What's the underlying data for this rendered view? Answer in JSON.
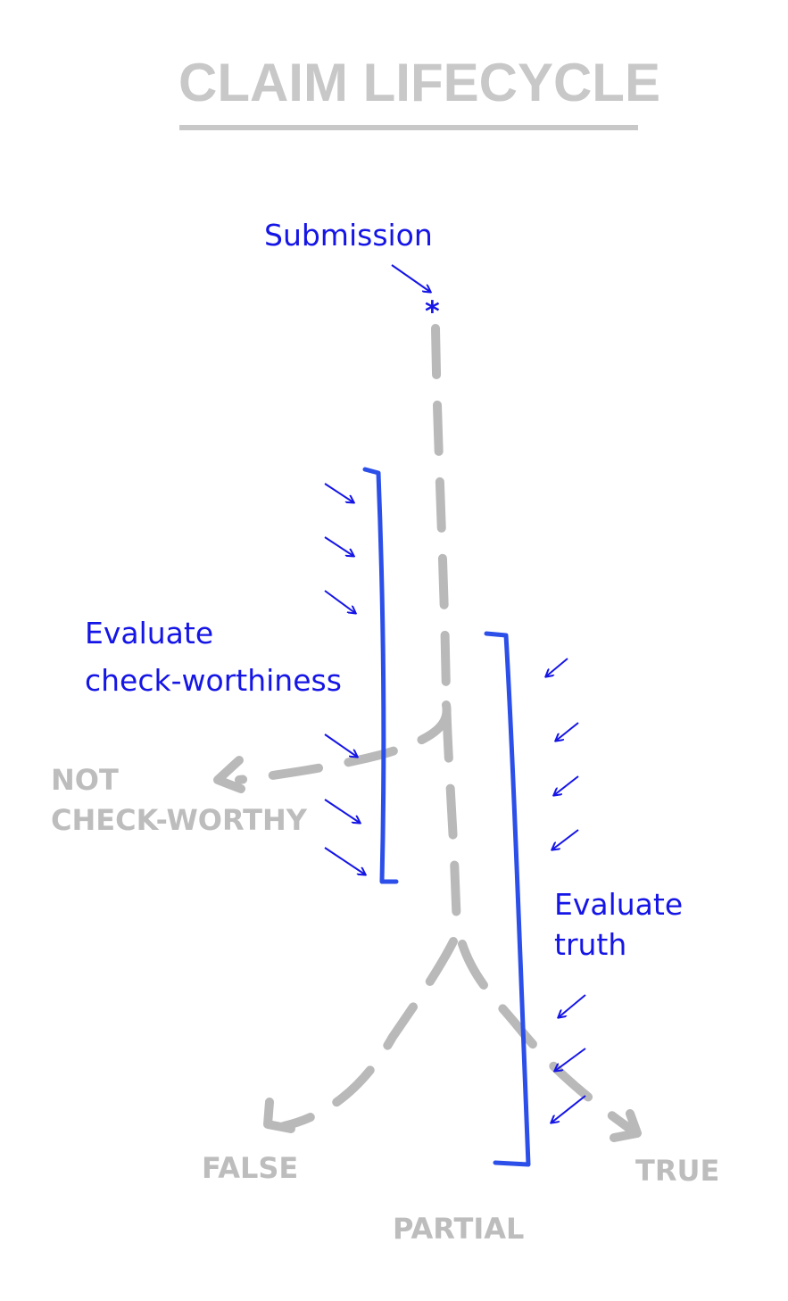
{
  "title": "CLAIM LIFECYCLE",
  "nodes": {
    "submission": "Submission",
    "start_marker": "*",
    "evaluate_check_worthiness": [
      "Evaluate",
      "check-worthiness"
    ],
    "evaluate_truth": [
      "Evaluate",
      "truth"
    ],
    "not_check_worthy": [
      "NOT",
      "CHECK-WORTHY"
    ],
    "false": "FALSE",
    "partial": "PARTIAL",
    "true": "TRUE"
  },
  "colors": {
    "title": "#c8c8c8",
    "flow": "#b9b9b9",
    "bracket": "#2b4fe8",
    "annotation": "#1515e6",
    "outcome": "#bdbdbd"
  }
}
